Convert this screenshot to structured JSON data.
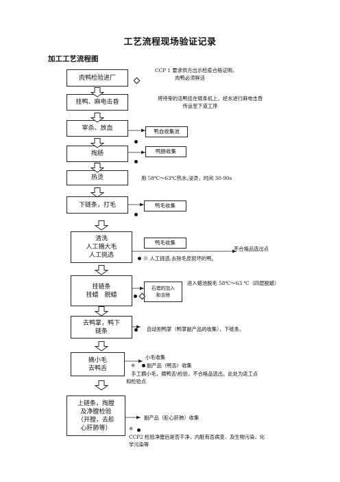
{
  "title": "工艺流程现场验证记录",
  "subtitle": "加工工艺流程图",
  "steps": [
    "肉鸭检验进厂",
    "挂鸭、麻电击昏",
    "宰杀、放血",
    "掏肠",
    "热烫",
    "下链条，打毛",
    "清洗\n人工摘大毛\n人工挑选",
    "挂链条\n挂蜡　脱蜡",
    "去鸭掌，鸭下\n链条",
    "摘小毛\n去鸭舌",
    "上链条，掏膛\n及净膛检验\n（开膛，去胗\n心肝肺等）"
  ],
  "side_boxes": {
    "blood": "鸭血收集池",
    "intestine": "鸭肠收集",
    "feather1": "鸭毛收集",
    "feather2": "鸭毛收集",
    "wax": "石蜡的加入\n和去除"
  },
  "notes": {
    "ccp1": "CCP 1  要求供方出示检疫合格证明，\n　　　　肉鸭必须鲜活",
    "stun": "将待宰的活鸭挂在链条机上，经水进行麻电击昏\n　　　　　传运至下道工序",
    "scald": "用 58℃～63℃热水,浸烫，时间 30-90s",
    "reject": "不合格品选出点",
    "pick": "※  人工挑选,去除毛皮损坏的鸭。",
    "wax": "进入蜡池脱毛 58℃～63 ℃（四层脱蜡）",
    "feet": "自动割鸭掌（鸭掌副产品的收集），下链条。",
    "small_feather": "小毛收集",
    "tongue_prefix": "※",
    "tongue": "副产品（鸭舌）收集",
    "tongue_detail": "　手工摘小毛，摘鸭舌\\检验，不合格品选出。此处为返工点\n和检验点",
    "giblets": "副产品（胗心肝肺）收集",
    "giblets_prefix": "※",
    "ccp2": "CCP2 检验净膛后是否干净，内脏有否病变、及生物污染、化\n学污染等"
  }
}
